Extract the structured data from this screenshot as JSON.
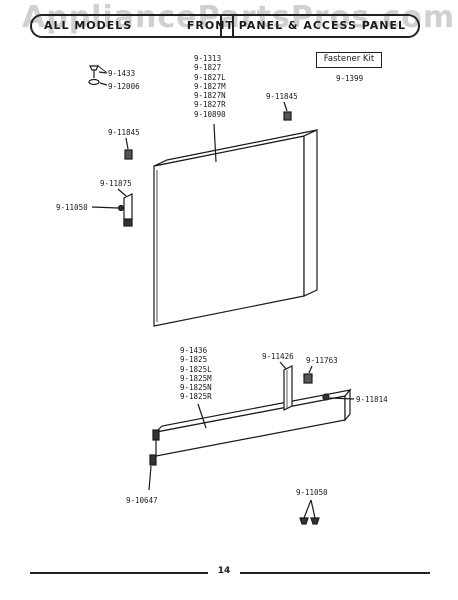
{
  "watermark": "AppliancePartsPros.com",
  "header": {
    "left_title": "ALL MODELS",
    "right_title": "FRONT PANEL & ACCESS PANEL"
  },
  "fastener_kit": {
    "label": "Fastener Kit",
    "part": "9-1399"
  },
  "parts": {
    "screw_top_1": "9-1433",
    "screw_top_2": "9-12006",
    "front_panel_numbers": [
      "9-1313",
      "9-1827",
      "9-1827L",
      "9-1827M",
      "9-1827N",
      "9-1827R",
      "9-10890"
    ],
    "clip_right": "9-11845",
    "clip_left": "9-11845",
    "bracket": "9-11875",
    "bracket_screw": "9-11050",
    "access_panel_numbers": [
      "9-1436",
      "9-1825",
      "9-1825L",
      "9-1825M",
      "9-1825N",
      "9-1825R"
    ],
    "bracket_strip": "9-11426",
    "clip_access": "9-11763",
    "screw_access": "9-11814",
    "foot": "9-10647",
    "bottom_screws": "9-11050"
  },
  "footer": {
    "page_number": "14"
  }
}
